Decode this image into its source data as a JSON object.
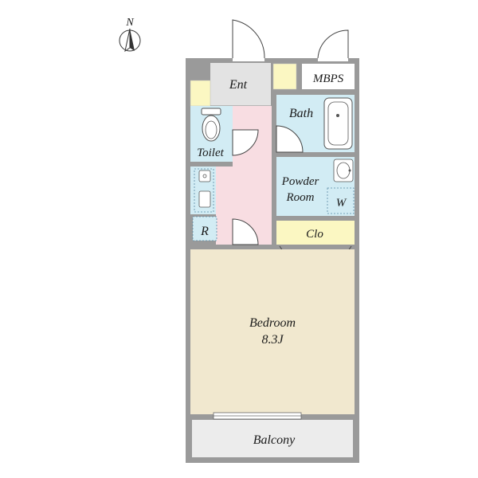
{
  "compass": {
    "label": "N",
    "icon": "north-arrow-icon"
  },
  "rooms": {
    "entrance": {
      "label": "Ent"
    },
    "mbps": {
      "label": "MBPS"
    },
    "bath": {
      "label": "Bath"
    },
    "toilet": {
      "label": "Toilet"
    },
    "powder_room": {
      "line1": "Powder",
      "line2": "Room"
    },
    "washer": {
      "label": "W"
    },
    "refrigerator": {
      "label": "R"
    },
    "closet": {
      "label": "Clo"
    },
    "bedroom": {
      "label": "Bedroom",
      "size": "8.3J"
    },
    "balcony": {
      "label": "Balcony"
    }
  },
  "colors": {
    "wall": "#9a9a9a",
    "entrance_floor": "#e3e3e3",
    "wet_area": "#d2ecf4",
    "hallway": "#f8dde2",
    "bedroom_floor": "#f1e8cf",
    "storage": "#fbf7c2",
    "balcony_floor": "#ececec"
  }
}
